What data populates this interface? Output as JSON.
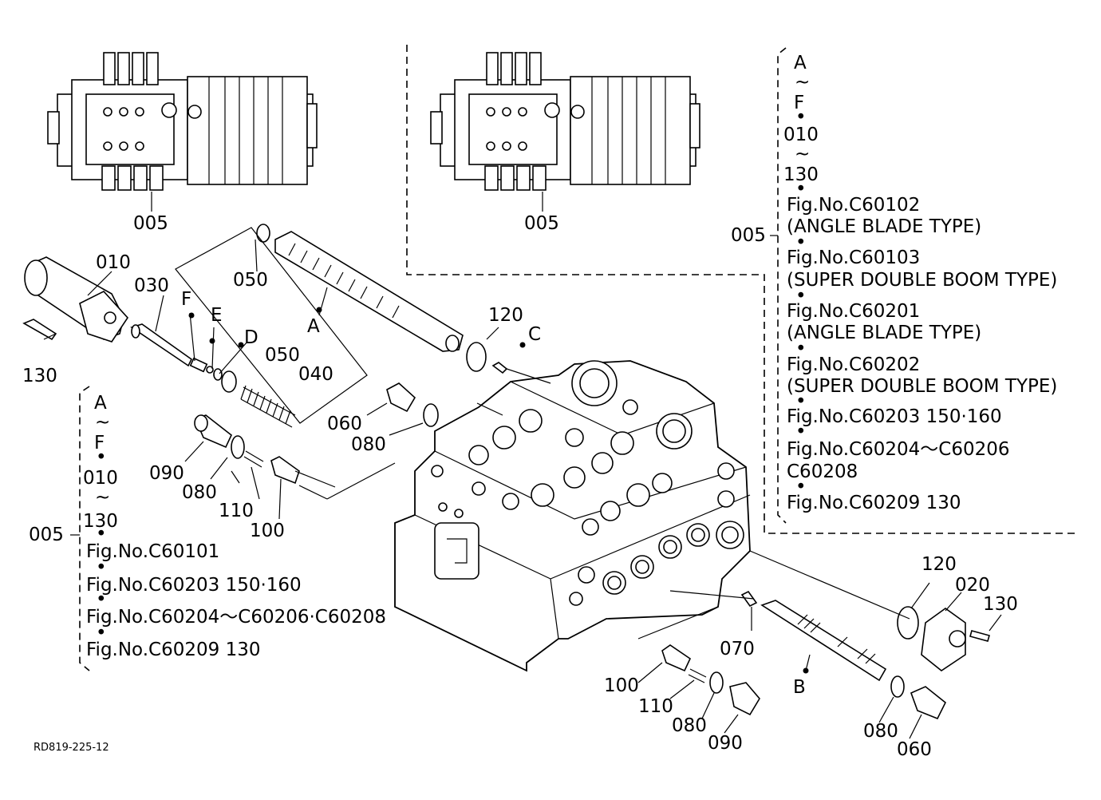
{
  "diagram_id": "RD819-225-12",
  "part_labels": {
    "p005_left": "005",
    "p005_right": "005",
    "p010": "010",
    "p030": "030",
    "p050_top": "050",
    "p050_mid": "050",
    "p040": "040",
    "p130_left": "130",
    "p130_right": "130",
    "p120_top": "120",
    "p120_right": "120",
    "p020": "020",
    "p060_left": "060",
    "p060_bottom": "060",
    "p080_a": "080",
    "p080_b": "080",
    "p080_c": "080",
    "p080_d": "080",
    "p090_left": "090",
    "p090_bottom": "090",
    "p110_left": "110",
    "p110_bottom": "110",
    "p100_left": "100",
    "p100_bottom": "100",
    "p070": "070"
  },
  "point_labels": {
    "A": "A",
    "B": "B",
    "C": "C",
    "D": "D",
    "E": "E",
    "F": "F"
  },
  "right_note": {
    "range_from": "A",
    "tilde": "~",
    "range_to": "F",
    "dot": "•",
    "num_from": "010",
    "num_to": "130",
    "ref_005": "005",
    "lines": [
      "Fig.No.C60102",
      "(ANGLE BLADE TYPE)",
      "Fig.No.C60103",
      "(SUPER DOUBLE BOOM TYPE)",
      "Fig.No.C60201",
      "(ANGLE BLADE TYPE)",
      "Fig.No.C60202",
      "(SUPER DOUBLE BOOM TYPE)",
      "Fig.No.C60203  150·160",
      "Fig.No.C60204～C60206",
      "C60208",
      "Fig.No.C60209  130"
    ]
  },
  "left_note": {
    "range_from": "A",
    "tilde": "~",
    "range_to": "F",
    "dot": "•",
    "num_from": "010",
    "num_to": "130",
    "ref_005": "005",
    "lines": [
      "Fig.No.C60101",
      "Fig.No.C60203  150·160",
      "Fig.No.C60204～C60206·C60208",
      "Fig.No.C60209  130"
    ]
  }
}
